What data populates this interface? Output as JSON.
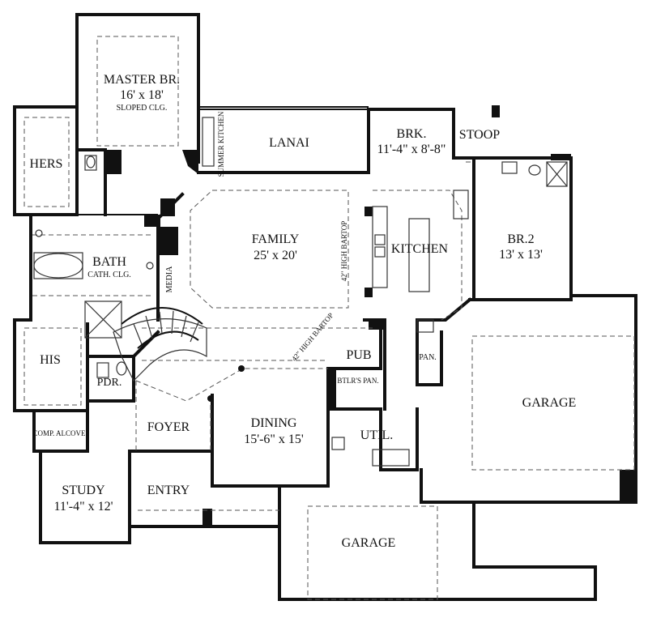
{
  "rooms": {
    "master_br": {
      "name": "MASTER BR.",
      "size": "16' x 18'",
      "note": "SLOPED CLG."
    },
    "hers": {
      "name": "HERS"
    },
    "his": {
      "name": "HIS"
    },
    "bath": {
      "name": "BATH",
      "note": "CATH. CLG."
    },
    "media": {
      "name": "MEDIA"
    },
    "summer_kitchen": {
      "name": "SUMMER KITCHEN"
    },
    "lanai": {
      "name": "LANAI"
    },
    "family": {
      "name": "FAMILY",
      "size": "25' x 20'"
    },
    "bartop1": {
      "name": "42\" HIGH BARTOP"
    },
    "bartop2": {
      "name": "42\" HIGH BARTOP"
    },
    "brk": {
      "name": "BRK.",
      "size": "11'-4\" x 8'-8\""
    },
    "stoop": {
      "name": "STOOP"
    },
    "kitchen": {
      "name": "KITCHEN"
    },
    "br2": {
      "name": "BR.2",
      "size": "13' x 13'"
    },
    "pub": {
      "name": "PUB"
    },
    "btlrs_pan": {
      "name": "BTLR'S PAN."
    },
    "pan": {
      "name": "PAN."
    },
    "pdr": {
      "name": "PDR."
    },
    "foyer": {
      "name": "FOYER"
    },
    "dining": {
      "name": "DINING",
      "size": "15'-6\" x 15'"
    },
    "util": {
      "name": "UTIL."
    },
    "comp_alcove": {
      "name": "COMP. ALCOVE"
    },
    "study": {
      "name": "STUDY",
      "size": "11'-4\" x 12'"
    },
    "entry": {
      "name": "ENTRY"
    },
    "garage_right": {
      "name": "GARAGE"
    },
    "garage_bottom": {
      "name": "GARAGE"
    }
  }
}
